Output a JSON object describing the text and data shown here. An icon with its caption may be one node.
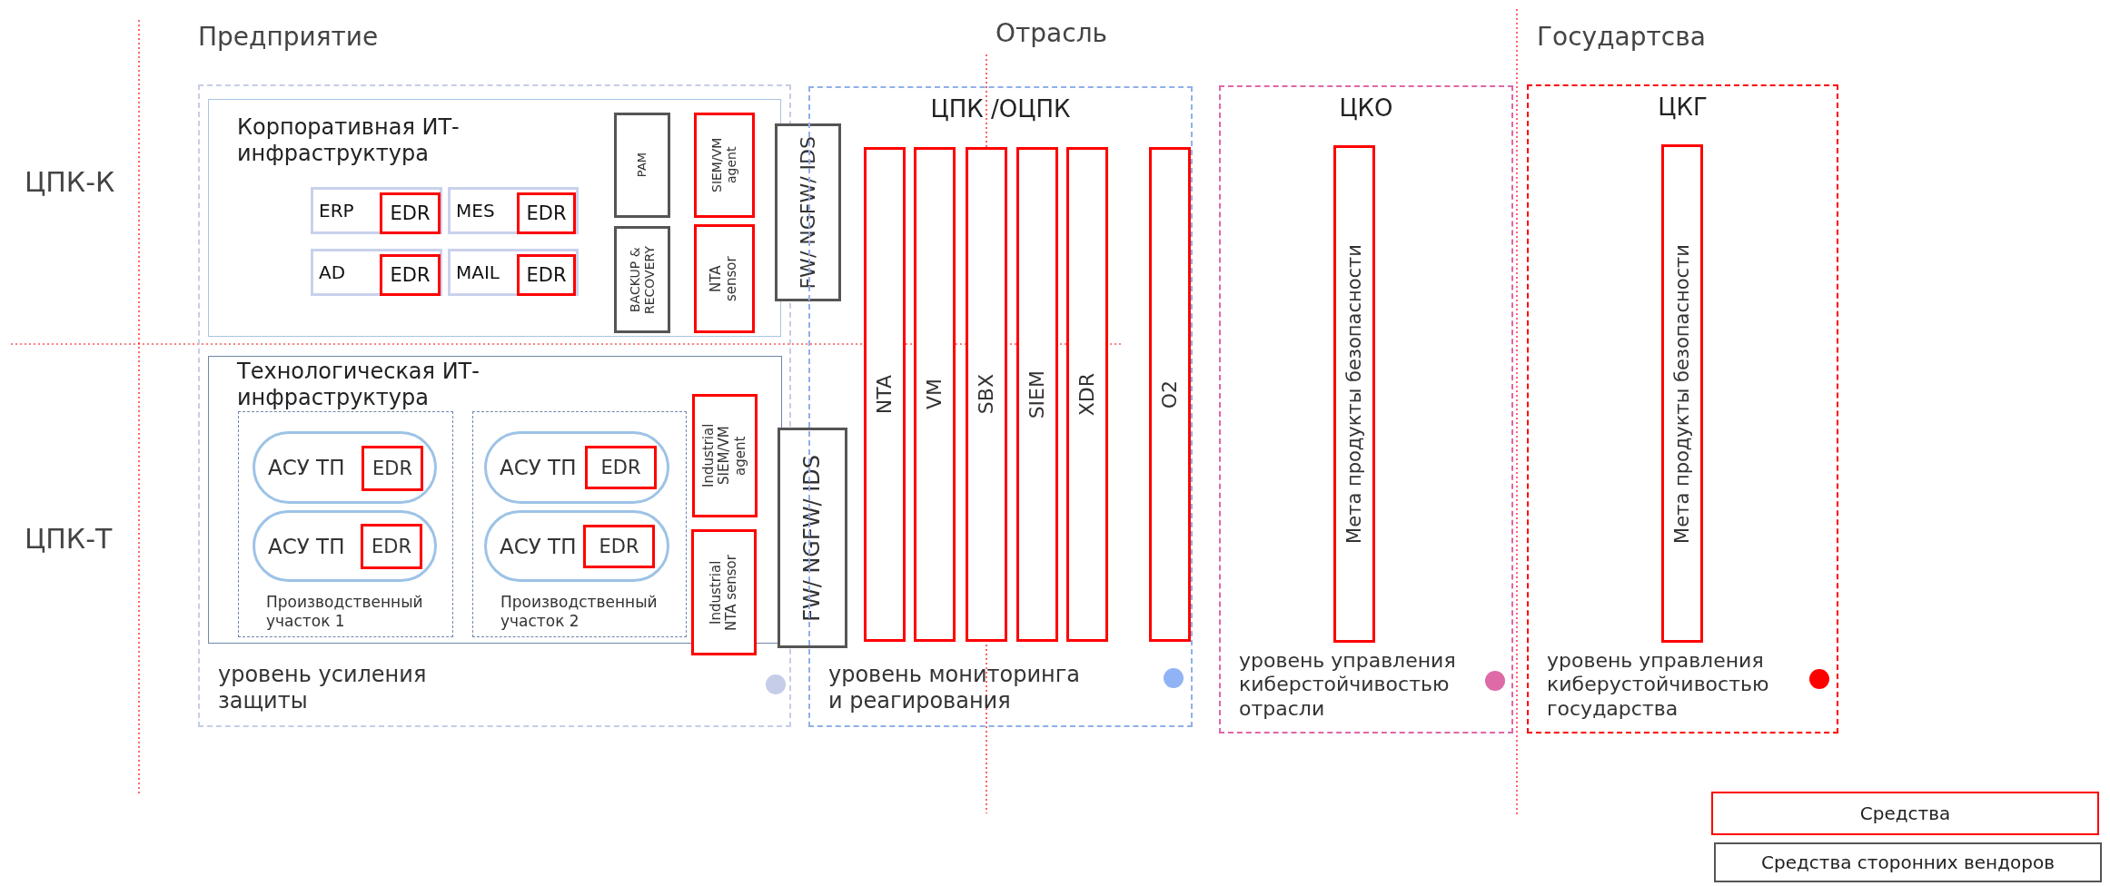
{
  "diagram": {
    "nodes": [
      {
        "text": [
          "уровень усиления защиты"
        ]
      },
      {
        "text": [
          "Корпоративная ИТ-инфраструктура"
        ],
        "in": 0
      },
      {
        "text": [
          "ERP"
        ],
        "in": 1
      },
      {
        "text": [
          "EDR"
        ],
        "in": 2
      },
      {
        "text": [
          "MES"
        ],
        "in": 1
      },
      {
        "text": [
          "EDR"
        ],
        "in": 4
      },
      {
        "text": [
          "AD"
        ],
        "in": 1
      },
      {
        "text": [
          "EDR"
        ],
        "in": 6
      },
      {
        "text": [
          "MAIL"
        ],
        "in": 1
      },
      {
        "text": [
          "EDR"
        ],
        "in": 8
      },
      {
        "text": [
          "PAM"
        ],
        "in": 1
      },
      {
        "text": [
          "SIEM/VM agent"
        ],
        "in": 1
      },
      {
        "text": [
          "BACKUP & RECOVERY"
        ],
        "in": 1
      },
      {
        "text": [
          "NTA sensor"
        ],
        "in": 1
      },
      {
        "text": [
          "FW/ NGFW/ IDS"
        ]
      },
      {
        "text": [
          "Технологическая ИТ-инфраструктура"
        ],
        "in": 0
      },
      {
        "text": [
          "Производственный участок 1"
        ],
        "in": 15
      },
      {
        "text": [
          "АСУ ТП"
        ],
        "in": 16
      },
      {
        "text": [
          "EDR"
        ],
        "in": 17
      },
      {
        "text": [
          "АСУ ТП"
        ],
        "in": 16
      },
      {
        "text": [
          "EDR"
        ],
        "in": 19
      },
      {
        "text": [
          "Производственный участок 2"
        ],
        "in": 15
      },
      {
        "text": [
          "АСУ ТП"
        ],
        "in": 21
      },
      {
        "text": [
          "EDR"
        ],
        "in": 22
      },
      {
        "text": [
          "АСУ ТП"
        ],
        "in": 21
      },
      {
        "text": [
          "EDR"
        ],
        "in": 24
      },
      {
        "text": [
          "Industrial SIEM/VM agent"
        ],
        "in": 15
      },
      {
        "text": [
          "Industrial NTA sensor"
        ],
        "in": 0
      },
      {
        "text": [
          "FW/ NGFW/ IDS"
        ]
      },
      {
        "text": [
          "ЦПК /ОЦПК",
          "уровень мониторинга и реагирования"
        ]
      },
      {
        "text": [
          "NTA"
        ],
        "in": 29
      },
      {
        "text": [
          "VM"
        ],
        "in": 29
      },
      {
        "text": [
          "SBX"
        ],
        "in": 29
      },
      {
        "text": [
          "SIEM"
        ],
        "in": 29
      },
      {
        "text": [
          "XDR"
        ],
        "in": 29
      },
      {
        "text": [
          "O2"
        ],
        "in": 29
      },
      {
        "text": [
          "ЦКО",
          "уровень управления киберстойчивостью отрасли"
        ]
      },
      {
        "text": [
          "Мета продукты безопасности"
        ],
        "in": 36
      },
      {
        "text": [
          "ЦКГ",
          "уровень управления киберустойчивостью государства"
        ]
      },
      {
        "text": [
          "Мета продукты безопасности"
        ],
        "in": 38
      }
    ],
    "labels": [
      "Предприятие",
      "Отрасль",
      "Государтсва",
      "ЦПК-К",
      "ЦПК-Т"
    ],
    "legend": [
      {
        "text": "Средства",
        "color": "#ff0000"
      },
      {
        "text": "Средства сторонних вендоров",
        "color": "#555555"
      }
    ]
  }
}
